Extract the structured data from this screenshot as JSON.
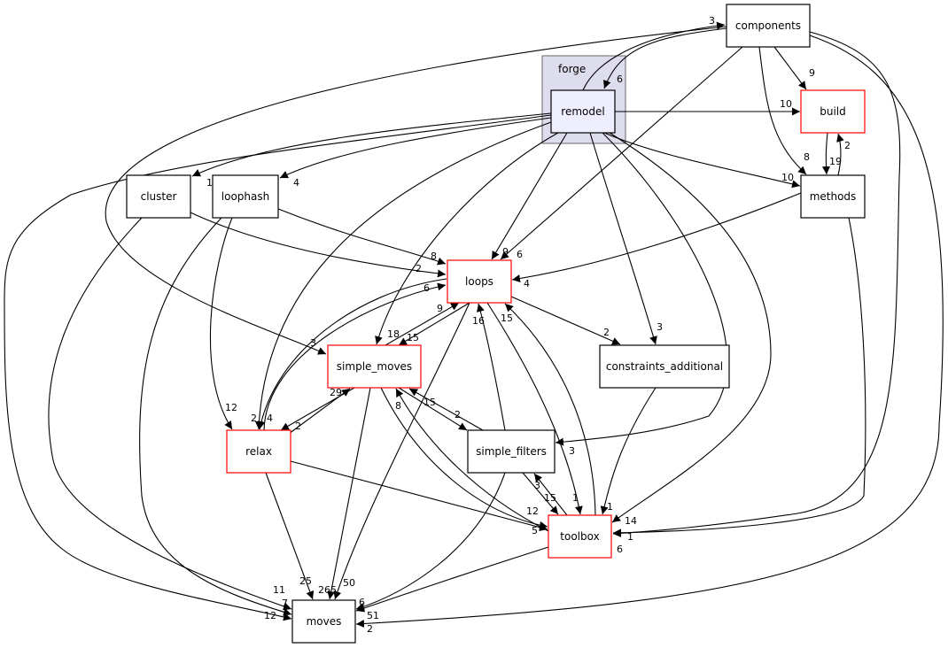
{
  "graph": {
    "cluster": {
      "label": "forge",
      "fill": "#ddddee",
      "stroke": "#666666"
    },
    "nodes": {
      "components": {
        "label": "components",
        "border": "#000000",
        "fill": "#ffffff"
      },
      "remodel": {
        "label": "remodel",
        "border": "#000000",
        "fill": "#eeeeff"
      },
      "build": {
        "label": "build",
        "border": "#ff0000",
        "fill": "#ffffff"
      },
      "methods": {
        "label": "methods",
        "border": "#000000",
        "fill": "#ffffff"
      },
      "cluster": {
        "label": "cluster",
        "border": "#000000",
        "fill": "#ffffff"
      },
      "loophash": {
        "label": "loophash",
        "border": "#000000",
        "fill": "#ffffff"
      },
      "loops": {
        "label": "loops",
        "border": "#ff0000",
        "fill": "#ffffff"
      },
      "simple_moves": {
        "label": "simple_moves",
        "border": "#ff0000",
        "fill": "#ffffff"
      },
      "constraints_additional": {
        "label": "constraints_additional",
        "border": "#000000",
        "fill": "#ffffff"
      },
      "relax": {
        "label": "relax",
        "border": "#ff0000",
        "fill": "#ffffff"
      },
      "simple_filters": {
        "label": "simple_filters",
        "border": "#000000",
        "fill": "#ffffff"
      },
      "toolbox": {
        "label": "toolbox",
        "border": "#ff0000",
        "fill": "#ffffff"
      },
      "moves": {
        "label": "moves",
        "border": "#000000",
        "fill": "#ffffff"
      }
    },
    "edges": [
      {
        "from": "remodel",
        "to": "components",
        "count": "3"
      },
      {
        "from": "components",
        "to": "remodel",
        "count": "6"
      },
      {
        "from": "remodel",
        "to": "build",
        "count": "10"
      },
      {
        "from": "components",
        "to": "build",
        "count": "9"
      },
      {
        "from": "components",
        "to": "methods",
        "count": "8"
      },
      {
        "from": "build",
        "to": "methods",
        "count": "19"
      },
      {
        "from": "methods",
        "to": "build",
        "count": "2"
      },
      {
        "from": "remodel",
        "to": "methods",
        "count": "10"
      },
      {
        "from": "remodel",
        "to": "cluster",
        "count": "1"
      },
      {
        "from": "remodel",
        "to": "loophash",
        "count": "4"
      },
      {
        "from": "remodel",
        "to": "loops",
        "count": "9"
      },
      {
        "from": "components",
        "to": "loops",
        "count": "6"
      },
      {
        "from": "methods",
        "to": "loops",
        "count": "4"
      },
      {
        "from": "loophash",
        "to": "loops",
        "count": "8"
      },
      {
        "from": "cluster",
        "to": "loops",
        "count": "2"
      },
      {
        "from": "relax",
        "to": "loops",
        "count": "6"
      },
      {
        "from": "simple_moves",
        "to": "loops",
        "count": "9"
      },
      {
        "from": "loops",
        "to": "simple_moves",
        "count": "15"
      },
      {
        "from": "remodel",
        "to": "simple_moves",
        "count": "18"
      },
      {
        "from": "components",
        "to": "simple_moves",
        "count": "3"
      },
      {
        "from": "loops",
        "to": "constraints_additional",
        "count": "2"
      },
      {
        "from": "remodel",
        "to": "constraints_additional",
        "count": "3"
      },
      {
        "from": "remodel",
        "to": "relax",
        "count": "2"
      },
      {
        "from": "loops",
        "to": "relax",
        "count": "4"
      },
      {
        "from": "loophash",
        "to": "relax",
        "count": "12"
      },
      {
        "from": "simple_moves",
        "to": "relax",
        "count": "2"
      },
      {
        "from": "relax",
        "to": "simple_moves",
        "count": "29"
      },
      {
        "from": "remodel",
        "to": "simple_filters",
        "count": "3"
      },
      {
        "from": "simple_moves",
        "to": "simple_filters",
        "count": "2"
      },
      {
        "from": "simple_filters",
        "to": "simple_moves",
        "count": "15"
      },
      {
        "from": "toolbox",
        "to": "simple_moves",
        "count": "8"
      },
      {
        "from": "simple_filters",
        "to": "loops",
        "count": "16"
      },
      {
        "from": "toolbox",
        "to": "loops",
        "count": "15"
      },
      {
        "from": "loops",
        "to": "toolbox",
        "count": "1"
      },
      {
        "from": "simple_filters",
        "to": "toolbox",
        "count": "15"
      },
      {
        "from": "toolbox",
        "to": "simple_filters",
        "count": "3"
      },
      {
        "from": "simple_moves",
        "to": "toolbox",
        "count": "12"
      },
      {
        "from": "relax",
        "to": "toolbox",
        "count": "5"
      },
      {
        "from": "constraints_additional",
        "to": "toolbox",
        "count": "1"
      },
      {
        "from": "remodel",
        "to": "toolbox",
        "count": "14"
      },
      {
        "from": "methods",
        "to": "toolbox",
        "count": "6"
      },
      {
        "from": "components",
        "to": "toolbox",
        "count": "1"
      },
      {
        "from": "relax",
        "to": "moves",
        "count": "25"
      },
      {
        "from": "simple_moves",
        "to": "moves",
        "count": "265"
      },
      {
        "from": "loops",
        "to": "moves",
        "count": "50"
      },
      {
        "from": "simple_filters",
        "to": "moves",
        "count": "6"
      },
      {
        "from": "toolbox",
        "to": "moves",
        "count": "51"
      },
      {
        "from": "components",
        "to": "moves",
        "count": "2"
      },
      {
        "from": "cluster",
        "to": "moves",
        "count": "11"
      },
      {
        "from": "loophash",
        "to": "moves",
        "count": "7"
      },
      {
        "from": "remodel",
        "to": "moves",
        "count": "12"
      }
    ]
  }
}
